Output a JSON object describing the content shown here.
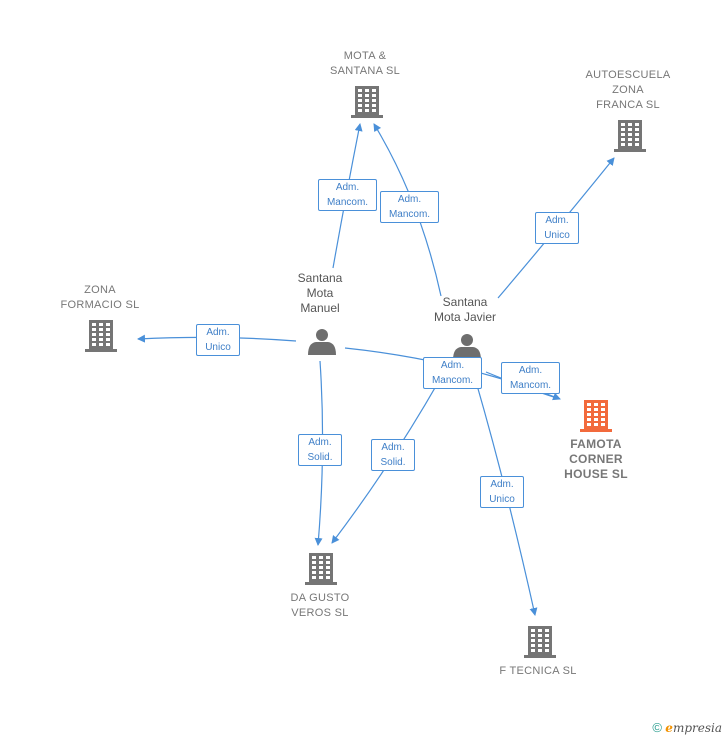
{
  "companies": {
    "mota_santana": "MOTA &\nSANTANA  SL",
    "autoescuela": "AUTOESCUELA\nZONA\nFRANCA SL",
    "zona_formacio": "ZONA\nFORMACIO SL",
    "famota": "FAMOTA\nCORNER\nHOUSE  SL",
    "da_gusto": "DA GUSTO\nVEROS  SL",
    "f_tecnica": "F TECNICA  SL"
  },
  "persons": {
    "manuel": "Santana\nMota\nManuel",
    "javier": "Santana\nMota Javier"
  },
  "relations": {
    "manuel_mota": "Adm.\nMancom.",
    "javier_mota": "Adm.\nMancom.",
    "javier_autoescuela": "Adm.\nUnico",
    "manuel_zona": "Adm.\nUnico",
    "manuel_famota": "Adm.\nMancom.",
    "javier_famota": "Adm.\nMancom.",
    "manuel_dagusto": "Adm.\nSolid.",
    "javier_dagusto": "Adm.\nSolid.",
    "javier_ftecnica": "Adm.\nUnico"
  },
  "colors": {
    "edge": "#4a90d9",
    "building": "#757575",
    "main_building": "#f26a3c"
  },
  "footer": {
    "copyright": "©",
    "brand_first": "e",
    "brand_rest": "mpresia"
  }
}
